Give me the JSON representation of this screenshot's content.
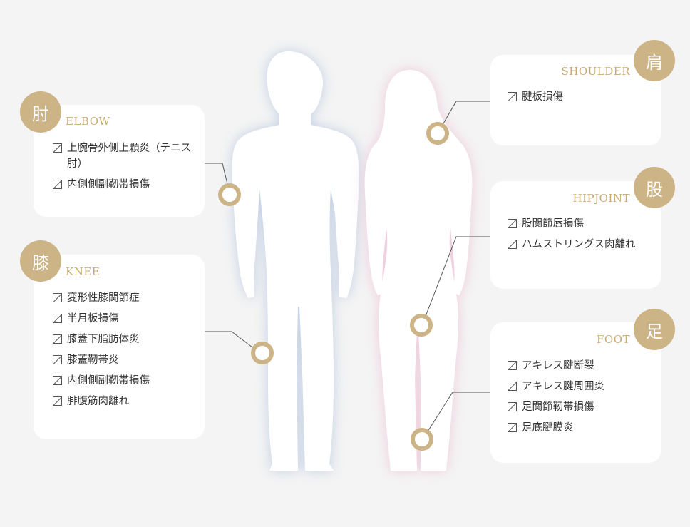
{
  "colors": {
    "accent": "#cdb487",
    "label": "#c7ab74",
    "male_glow": "#b9c9e0",
    "female_glow": "#ecc4d6",
    "background": "#f4f4f4"
  },
  "cards": {
    "elbow": {
      "badge": "肘",
      "label": "ELBOW",
      "items": [
        "上腕骨外側上顆炎（テニス肘）",
        "内側側副靭帯損傷"
      ]
    },
    "knee": {
      "badge": "膝",
      "label": "KNEE",
      "items": [
        "変形性膝関節症",
        "半月板損傷",
        "膝蓋下脂肪体炎",
        "膝蓋靭帯炎",
        "内側側副靭帯損傷",
        "腓腹筋肉離れ"
      ]
    },
    "shoulder": {
      "badge": "肩",
      "label": "SHOULDER",
      "items": [
        "腱板損傷"
      ]
    },
    "hip": {
      "badge": "股",
      "label": "HIPJOINT",
      "items": [
        "股関節唇損傷",
        "ハムストリングス肉離れ"
      ]
    },
    "foot": {
      "badge": "足",
      "label": "FOOT",
      "items": [
        "アキレス腱断裂",
        "アキレス腱周囲炎",
        "足関節靭帯損傷",
        "足底腱膜炎"
      ]
    }
  }
}
